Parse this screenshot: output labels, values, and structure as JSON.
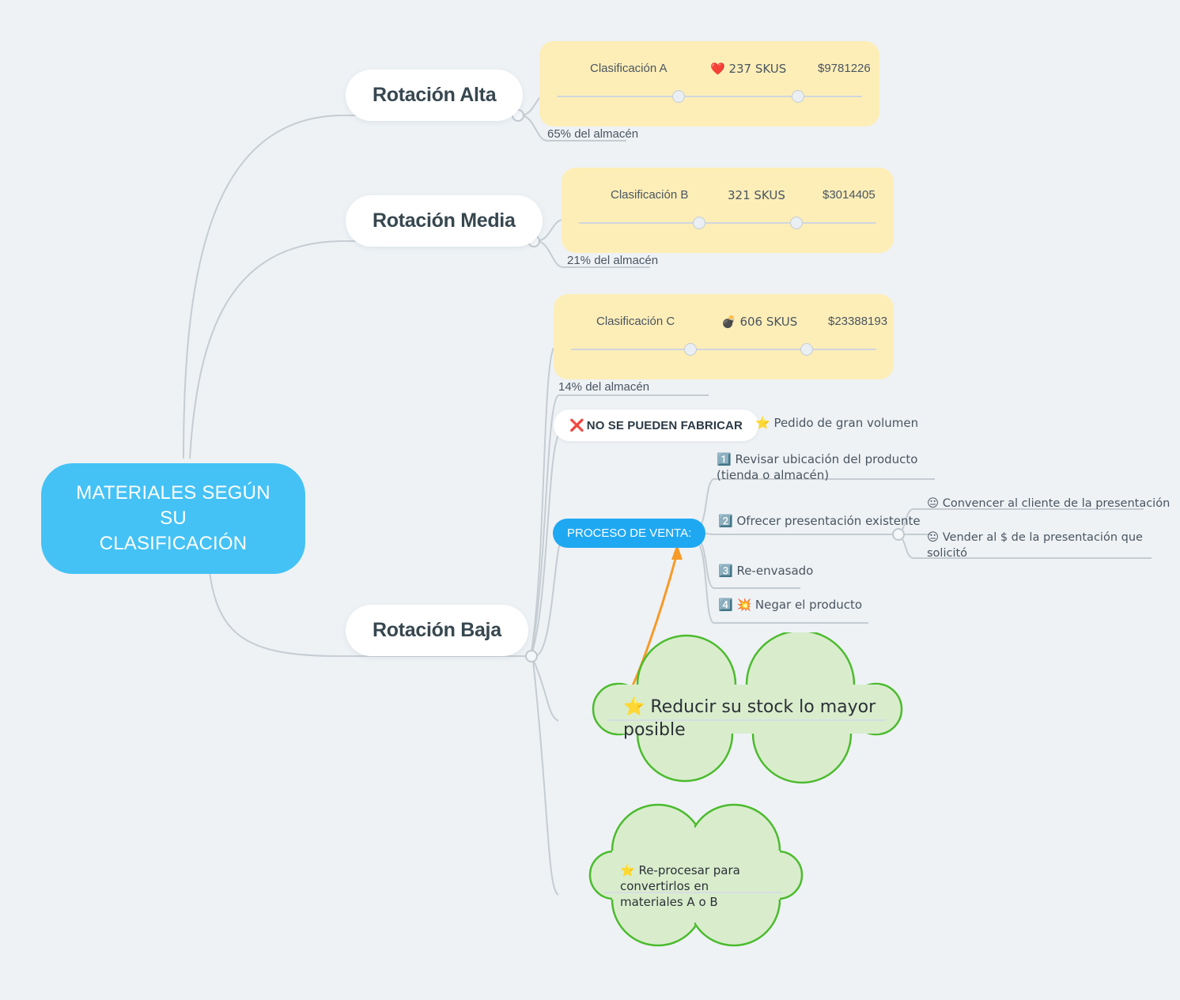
{
  "background_color": "#eef2f5",
  "root": {
    "label": "MATERIALES SEGÚN SU\nCLASIFICACIÓN",
    "color": "#44c2f5"
  },
  "branches": [
    {
      "label": "Rotación Alta"
    },
    {
      "label": "Rotación Media"
    },
    {
      "label": "Rotación Baja"
    }
  ],
  "cards": {
    "a": {
      "classification": "Clasificación A",
      "skus": "❤️ 237 SKUS",
      "value": "$9781226",
      "color": "#fdeeb8"
    },
    "b": {
      "classification": "Clasificación B",
      "skus": "321 SKUS",
      "value": "$3014405",
      "color": "#fdeeb8"
    },
    "c": {
      "classification": "Clasificación C",
      "skus": "💣 606 SKUS",
      "value": "$23388193",
      "color": "#fdeeb8"
    }
  },
  "warehouse_shares": {
    "a": "65% del almacén",
    "b": "21% del almacén",
    "c": "14% del almacén"
  },
  "baja": {
    "no_fabricar_badge": "NO SE PUEDEN FABRICAR",
    "no_fabricar_icon": "❌",
    "pedido_volumen": "⭐ Pedido de gran volumen",
    "proceso_label": "PROCESO DE VENTA:",
    "steps": [
      "1️⃣ Revisar ubicación del producto (tienda o almacén)",
      "2️⃣ Ofrecer presentación existente",
      "3️⃣ Re-envasado",
      "4️⃣ 💥 Negar el producto"
    ],
    "step2_children": [
      "😐 Convencer al cliente de la presentación",
      "😐 Vender al $ de la presentación que solicitó"
    ],
    "clouds": [
      "⭐ Reducir su stock lo mayor posible",
      "⭐ Re-procesar para convertirlos en\nmateriales A o B"
    ],
    "cloud_color": "#d9edcd",
    "cloud_border": "#4cbb2e",
    "arrow_color": "#f79a28"
  }
}
